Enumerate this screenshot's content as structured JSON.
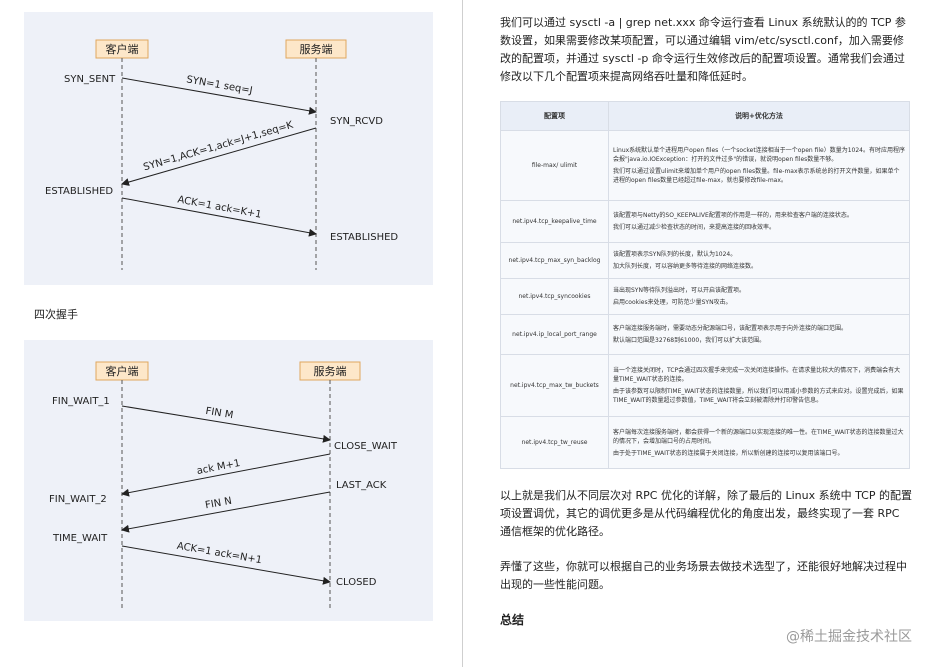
{
  "handshake_diagram": {
    "client_label": "客户端",
    "server_label": "服务端",
    "states": [
      "SYN_SENT",
      "SYN_RCVD",
      "ESTABLISHED",
      "ESTABLISHED"
    ],
    "messages": [
      "SYN=1 seq=J",
      "SYN=1,ACK=1,ack=J+1,seq=K",
      "ACK=1 ack=K+1"
    ]
  },
  "wave_caption": "四次握手",
  "wave_diagram": {
    "client_label": "客户端",
    "server_label": "服务端",
    "states": [
      "FIN_WAIT_1",
      "CLOSE_WAIT",
      "LAST_ACK",
      "FIN_WAIT_2",
      "TIME_WAIT",
      "CLOSED"
    ],
    "messages": [
      "FIN M",
      "ack M+1",
      "FIN N",
      "ACK=1 ack=N+1"
    ]
  },
  "intro_paragraph": "我们可以通过 sysctl -a | grep net.xxx 命令运行查看 Linux 系统默认的的 TCP 参数设置，如果需要修改某项配置，可以通过编辑 vim/etc/sysctl.conf，加入需要修改的配置项，并通过 sysctl -p 命令运行生效修改后的配置项设置。通常我们会通过修改以下几个配置项来提高网络吞吐量和降低延时。",
  "config_table": {
    "headers": [
      "配置项",
      "说明+优化方法"
    ],
    "rows": [
      {
        "key": "file-max/ ulimit",
        "desc": [
          "Linux系统默认单个进程用户open files（一个socket连接相当于一个open file）数量为1024。有时应用程序会报\"java.io.IOException：打开的文件过多\"的错误，就说明open files数量不够。",
          "我们可以通过设置ulimit来增加单个用户的open files数量。file-max表示系统总的打开文件数量，如果单个进程的open files数量已经超过file-max，就也要修改file-max。"
        ]
      },
      {
        "key": "net.ipv4.tcp_keepalive_time",
        "desc": [
          "该配置项与Netty的SO_KEEPALIVE配置项的作用是一样的，用来检查客户端的连接状态。",
          "我们可以通过减少检查状态的时间，来提高连接的回收效率。"
        ]
      },
      {
        "key": "net.ipv4.tcp_max_syn_backlog",
        "desc": [
          "该配置项表示SYN队列的长度，默认为1024。",
          "加大队列长度，可以容纳更多等待连接的网络连接数。"
        ]
      },
      {
        "key": "net.ipv4.tcp_syncookies",
        "desc": [
          "当出现SYN等待队列溢出时，可以开启该配置项。",
          "启用cookies来处理，可防范少量SYN攻击。"
        ]
      },
      {
        "key": "net.ipv4.ip_local_port_range",
        "desc": [
          "客户端连接服务端时，需要动态分配源端口号，该配置项表示用于向外连接的端口范围。",
          "默认端口范围是32768到61000，我们可以扩大该范围。"
        ]
      },
      {
        "key": "net.ipv4.tcp_max_tw_buckets",
        "desc": [
          "当一个连接关闭时，TCP会通过四次握手来完成一次关闭连接操作。在请求量比较大的情况下，消费端会有大量TIME_WAIT状态的连接。",
          "由于该参数可以限制TIME_WAIT状态的连接数量，所以我们可以用减小参数的方式来应对。设置完成后，如果TIME_WAIT的数量超过参数值，TIME_WAIT将会立刻被清除并打印警告信息。"
        ]
      },
      {
        "key": "net.ipv4.tcp_tw_reuse",
        "desc": [
          "客户端每次连接服务端时，都会获得一个新的源端口以实现连接的唯一性。在TIME_WAIT状态的连接数量过大的情况下，会增加端口号的占用时间。",
          "由于处于TIME_WAIT状态的连接属于关闭连接，所以新创建的连接可以复用该端口号。"
        ]
      }
    ]
  },
  "summary_paragraph_1": "以上就是我们从不同层次对 RPC 优化的详解，除了最后的 Linux 系统中 TCP 的配置项设置调优，其它的调优更多是从代码编程优化的角度出发，最终实现了一套 RPC 通信框架的优化路径。",
  "summary_paragraph_2": "弄懂了这些，你就可以根据自己的业务场景去做技术选型了，还能很好地解决过程中出现的一些性能问题。",
  "section_title": "总结",
  "watermark": "@稀土掘金技术社区",
  "colors": {
    "diagram_bg": "#eef1f8",
    "label_box_fill": "#fde7c9",
    "label_box_stroke": "#e0a75e"
  }
}
